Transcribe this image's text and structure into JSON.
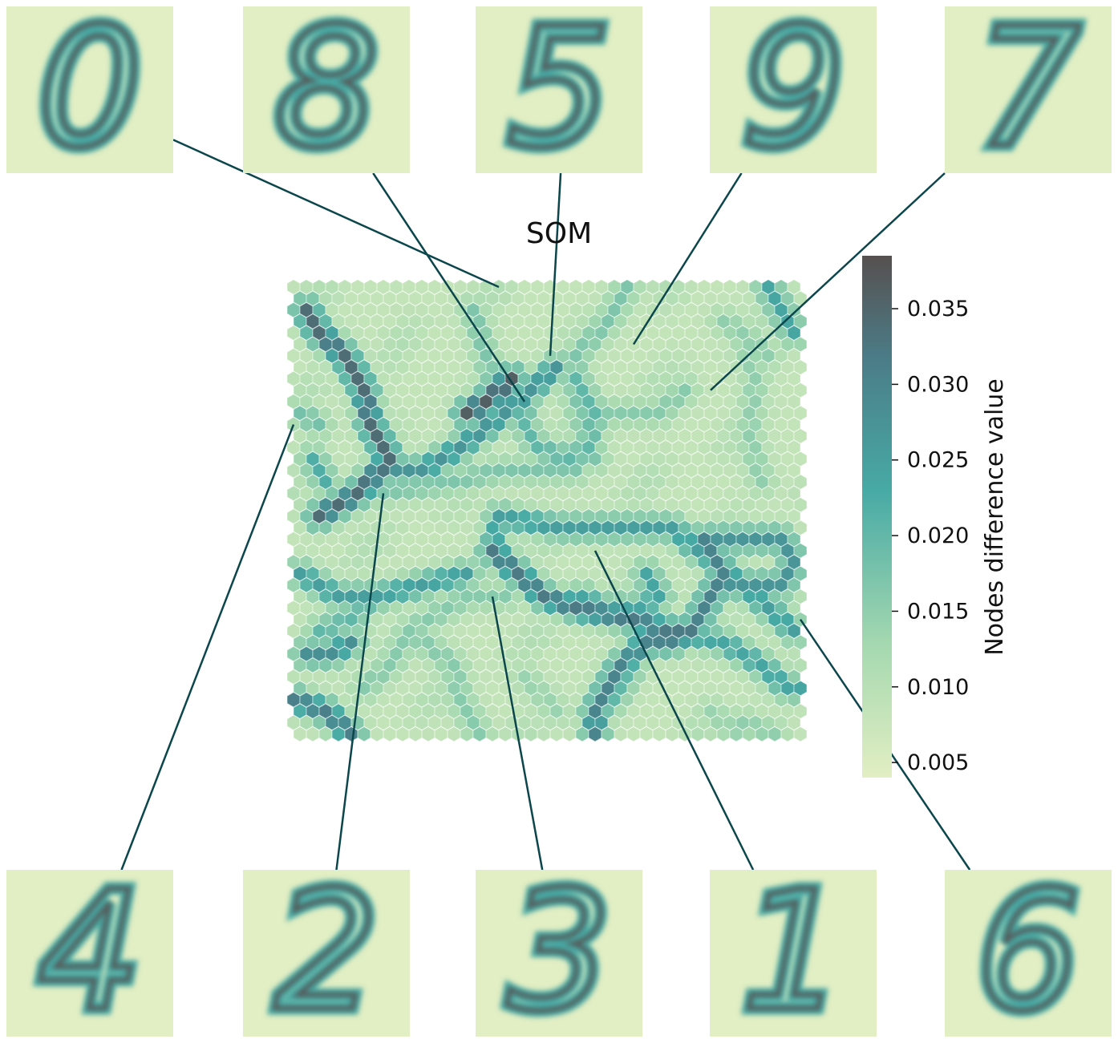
{
  "chart_data": {
    "type": "heatmap",
    "subtype": "hexagonal-som-u-matrix",
    "title": "SOM",
    "colorbar": {
      "label": "Nodes difference value",
      "range": [
        0.004,
        0.0385
      ],
      "ticks": [
        "0.005",
        "0.010",
        "0.015",
        "0.020",
        "0.025",
        "0.030",
        "0.035"
      ],
      "colors": [
        "#e2eec3",
        "#a6d9b0",
        "#47aaa5",
        "#4b7d88",
        "#565050"
      ]
    },
    "grid": {
      "cols": 40,
      "rows": 40
    },
    "ridges": [
      {
        "points": [
          [
            1,
            2
          ],
          [
            2,
            4
          ],
          [
            4,
            6
          ],
          [
            5,
            9
          ],
          [
            6,
            12
          ],
          [
            7,
            15
          ],
          [
            5,
            18
          ],
          [
            2,
            20
          ]
        ],
        "value": 0.034
      },
      {
        "points": [
          [
            7,
            16
          ],
          [
            10,
            16
          ],
          [
            13,
            14
          ],
          [
            16,
            11
          ],
          [
            18,
            9
          ],
          [
            20,
            7
          ]
        ],
        "value": 0.027
      },
      {
        "points": [
          [
            13,
            11
          ],
          [
            15,
            10
          ],
          [
            17,
            8
          ]
        ],
        "value": 0.036
      },
      {
        "points": [
          [
            14,
            2
          ],
          [
            15,
            6
          ],
          [
            15,
            9
          ]
        ],
        "value": 0.017
      },
      {
        "points": [
          [
            22,
            8
          ],
          [
            23,
            11
          ],
          [
            23,
            14
          ],
          [
            21,
            15
          ],
          [
            19,
            14
          ],
          [
            18,
            12
          ],
          [
            18,
            10
          ]
        ],
        "value": 0.02
      },
      {
        "points": [
          [
            3,
            20
          ],
          [
            6,
            18
          ],
          [
            12,
            17
          ],
          [
            16,
            16
          ],
          [
            22,
            16
          ]
        ],
        "value": 0.017
      },
      {
        "points": [
          [
            15,
            23
          ],
          [
            16,
            20
          ],
          [
            20,
            21
          ],
          [
            25,
            21
          ],
          [
            29,
            21
          ],
          [
            31,
            23
          ],
          [
            33,
            24
          ],
          [
            35,
            26
          ],
          [
            37,
            28
          ],
          [
            39,
            30
          ]
        ],
        "value": 0.025
      },
      {
        "points": [
          [
            15,
            23
          ],
          [
            17,
            25
          ],
          [
            19,
            27
          ],
          [
            22,
            28
          ],
          [
            26,
            29
          ],
          [
            29,
            30
          ],
          [
            31,
            30
          ]
        ],
        "value": 0.032
      },
      {
        "points": [
          [
            32,
            22
          ],
          [
            33,
            25
          ],
          [
            32,
            28
          ],
          [
            31,
            30
          ],
          [
            29,
            31
          ],
          [
            27,
            31
          ],
          [
            25,
            33
          ],
          [
            24,
            35
          ],
          [
            23,
            37
          ],
          [
            23,
            39
          ]
        ],
        "value": 0.03
      },
      {
        "points": [
          [
            29,
            30
          ],
          [
            33,
            31
          ],
          [
            36,
            33
          ],
          [
            38,
            35
          ],
          [
            40,
            35
          ]
        ],
        "value": 0.024
      },
      {
        "points": [
          [
            32,
            22
          ],
          [
            35,
            22
          ],
          [
            38,
            22
          ],
          [
            39,
            24
          ],
          [
            38,
            26
          ],
          [
            35,
            26
          ],
          [
            33,
            26
          ]
        ],
        "value": 0.027
      },
      {
        "points": [
          [
            0,
            25
          ],
          [
            3,
            27
          ],
          [
            6,
            27
          ],
          [
            10,
            26
          ],
          [
            13,
            25
          ]
        ],
        "value": 0.025
      },
      {
        "points": [
          [
            6,
            27
          ],
          [
            4,
            29
          ],
          [
            2,
            30
          ]
        ],
        "value": 0.02
      },
      {
        "points": [
          [
            1,
            32
          ],
          [
            3,
            32
          ],
          [
            4,
            31
          ]
        ],
        "value": 0.028
      },
      {
        "points": [
          [
            0,
            36
          ],
          [
            2,
            37
          ],
          [
            4,
            39
          ]
        ],
        "value": 0.031
      },
      {
        "points": [
          [
            16,
            27
          ],
          [
            13,
            27
          ],
          [
            9,
            30
          ],
          [
            7,
            33
          ],
          [
            5,
            35
          ]
        ],
        "value": 0.016
      },
      {
        "points": [
          [
            9,
            30
          ],
          [
            12,
            33
          ],
          [
            13,
            36
          ],
          [
            14,
            39
          ]
        ],
        "value": 0.016
      },
      {
        "points": [
          [
            26,
            33
          ],
          [
            25,
            36
          ]
        ],
        "value": 0.02
      },
      {
        "points": [
          [
            26,
            0
          ],
          [
            24,
            3
          ],
          [
            22,
            6
          ],
          [
            22,
            10
          ],
          [
            23,
            15
          ]
        ],
        "value": 0.017
      },
      {
        "points": [
          [
            22,
            11
          ],
          [
            25,
            11
          ],
          [
            28,
            11
          ],
          [
            30,
            9
          ]
        ],
        "value": 0.016
      },
      {
        "points": [
          [
            35,
            4
          ],
          [
            36,
            8
          ],
          [
            35,
            13
          ],
          [
            36,
            17
          ]
        ],
        "value": 0.015
      },
      {
        "points": [
          [
            37,
            0
          ],
          [
            38,
            2
          ],
          [
            39,
            4
          ]
        ],
        "value": 0.024
      },
      {
        "points": [
          [
            27,
            25
          ],
          [
            28,
            27
          ],
          [
            27,
            28
          ],
          [
            24,
            28
          ],
          [
            22,
            27
          ]
        ],
        "value": 0.024
      },
      {
        "points": [
          [
            35,
            38
          ],
          [
            37,
            39
          ]
        ],
        "value": 0.015
      },
      {
        "points": [
          [
            18,
            34
          ],
          [
            20,
            37
          ]
        ],
        "value": 0.014
      },
      {
        "points": [
          [
            33,
            3
          ],
          [
            35,
            4
          ],
          [
            37,
            6
          ]
        ],
        "value": 0.015
      },
      {
        "points": [
          [
            1,
            15
          ],
          [
            2,
            17
          ]
        ],
        "value": 0.022
      },
      {
        "points": [
          [
            0,
            11
          ],
          [
            2,
            12
          ]
        ],
        "value": 0.018
      },
      {
        "points": [
          [
            32,
            37
          ],
          [
            34,
            39
          ]
        ],
        "value": 0.014
      }
    ],
    "digit_thumbnails": [
      {
        "label": "0",
        "row": "top",
        "target": [
          16,
          0
        ]
      },
      {
        "label": "8",
        "row": "top",
        "target": [
          18,
          10
        ]
      },
      {
        "label": "5",
        "row": "top",
        "target": [
          20,
          6
        ]
      },
      {
        "label": "9",
        "row": "top",
        "target": [
          26,
          5
        ]
      },
      {
        "label": "7",
        "row": "top",
        "target": [
          32,
          9
        ]
      },
      {
        "label": "4",
        "row": "bottom",
        "target": [
          0,
          12
        ]
      },
      {
        "label": "2",
        "row": "bottom",
        "target": [
          7,
          18
        ]
      },
      {
        "label": "3",
        "row": "bottom",
        "target": [
          15,
          27
        ]
      },
      {
        "label": "1",
        "row": "bottom",
        "target": [
          23,
          23
        ]
      },
      {
        "label": "6",
        "row": "bottom",
        "target": [
          39,
          29
        ]
      }
    ]
  }
}
